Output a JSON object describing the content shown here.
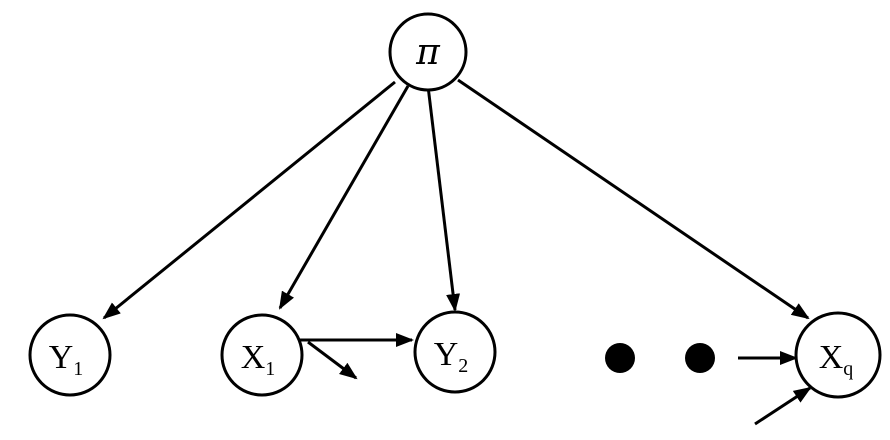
{
  "diagram": {
    "type": "directed-graph",
    "line_color": "#000000",
    "background": "#ffffff",
    "nodes": {
      "pi": {
        "label": "π"
      },
      "y1": {
        "label": "Y",
        "subscript": "1"
      },
      "x1": {
        "label": "X",
        "subscript": "1"
      },
      "y2": {
        "label": "Y",
        "subscript": "2"
      },
      "xq": {
        "label": "X",
        "subscript": "q"
      }
    },
    "edges": [
      {
        "from": "pi",
        "to": "y1"
      },
      {
        "from": "pi",
        "to": "x1"
      },
      {
        "from": "pi",
        "to": "y2"
      },
      {
        "from": "pi",
        "to": "xq"
      },
      {
        "from": "x1",
        "to": "y2"
      }
    ],
    "ellipsis": {
      "dot_count": 2
    }
  }
}
